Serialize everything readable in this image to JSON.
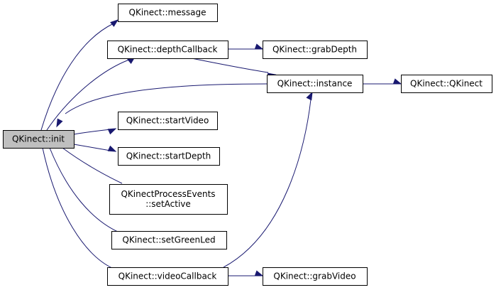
{
  "graph": {
    "root": "QKinect::init",
    "nodes": [
      {
        "id": "init",
        "lines": [
          "QKinect::init"
        ],
        "root": true
      },
      {
        "id": "message",
        "lines": [
          "QKinect::message"
        ]
      },
      {
        "id": "depthCallback",
        "lines": [
          "QKinect::depthCallback"
        ]
      },
      {
        "id": "grabDepth",
        "lines": [
          "QKinect::grabDepth"
        ]
      },
      {
        "id": "instance",
        "lines": [
          "QKinect::instance"
        ]
      },
      {
        "id": "ctor",
        "lines": [
          "QKinect::QKinect"
        ]
      },
      {
        "id": "startVideo",
        "lines": [
          "QKinect::startVideo"
        ]
      },
      {
        "id": "startDepth",
        "lines": [
          "QKinect::startDepth"
        ]
      },
      {
        "id": "setActive",
        "lines": [
          "QKinectProcessEvents",
          "::setActive"
        ]
      },
      {
        "id": "setGreenLed",
        "lines": [
          "QKinect::setGreenLed"
        ]
      },
      {
        "id": "videoCallback",
        "lines": [
          "QKinect::videoCallback"
        ]
      },
      {
        "id": "grabVideo",
        "lines": [
          "QKinect::grabVideo"
        ]
      }
    ],
    "edges": [
      {
        "from": "init",
        "to": "message"
      },
      {
        "from": "init",
        "to": "depthCallback"
      },
      {
        "from": "init",
        "to": "startVideo"
      },
      {
        "from": "init",
        "to": "startDepth"
      },
      {
        "from": "init",
        "to": "setActive"
      },
      {
        "from": "init",
        "to": "setGreenLed"
      },
      {
        "from": "init",
        "to": "videoCallback"
      },
      {
        "from": "instance",
        "to": "init"
      },
      {
        "from": "depthCallback",
        "to": "grabDepth"
      },
      {
        "from": "depthCallback",
        "to": "instance"
      },
      {
        "from": "instance",
        "to": "ctor"
      },
      {
        "from": "videoCallback",
        "to": "instance"
      },
      {
        "from": "videoCallback",
        "to": "grabVideo"
      }
    ]
  },
  "colors": {
    "edge": "#191970",
    "node_fill": "#ffffff",
    "root_fill": "#bfbfbf",
    "border": "#000000"
  }
}
